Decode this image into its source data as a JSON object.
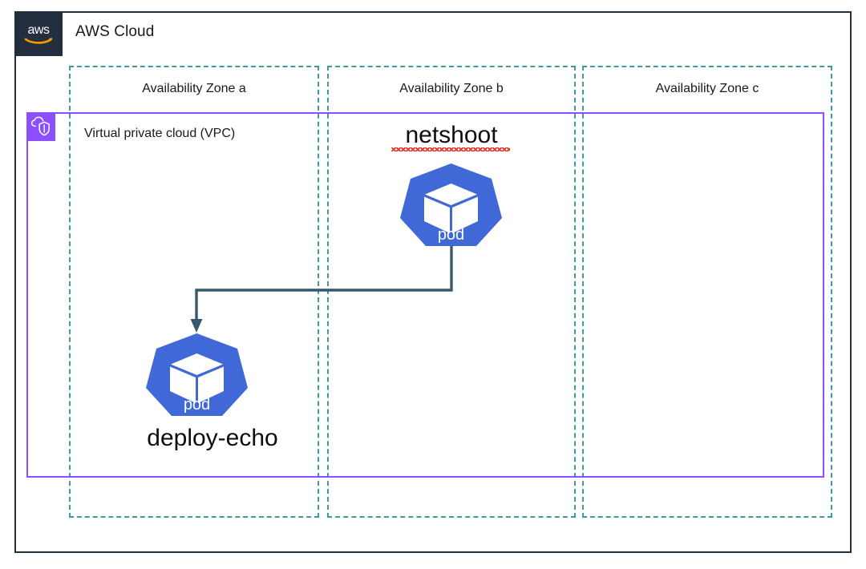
{
  "diagram": {
    "cloud": {
      "title": "AWS Cloud",
      "logo_icon": "aws-logo-icon",
      "border_color": "#242f3e",
      "logo_bg_color": "#232f3e"
    },
    "availability_zones": [
      {
        "label": "Availability Zone a"
      },
      {
        "label": "Availability Zone b"
      },
      {
        "label": "Availability Zone c"
      }
    ],
    "az_border_color": "#3e9a9c",
    "vpc": {
      "label": "Virtual private cloud (VPC)",
      "icon": "vpc-cloud-shield-icon",
      "border_color": "#8c4fff",
      "icon_bg_color": "#8c4fff"
    },
    "nodes": [
      {
        "id": "netshoot",
        "label": "netshoot",
        "icon": "kubernetes-pod-icon",
        "icon_caption": "pod",
        "icon_color": "#4068d6",
        "zone": "Availability Zone b",
        "misspelled": true
      },
      {
        "id": "deploy-echo",
        "label": "deploy-echo",
        "icon": "kubernetes-pod-icon",
        "icon_caption": "pod",
        "icon_color": "#4068d6",
        "zone": "Availability Zone a",
        "misspelled": false
      }
    ],
    "connection": {
      "from": "netshoot",
      "to": "deploy-echo",
      "color": "#37596e",
      "arrow": "end"
    }
  }
}
